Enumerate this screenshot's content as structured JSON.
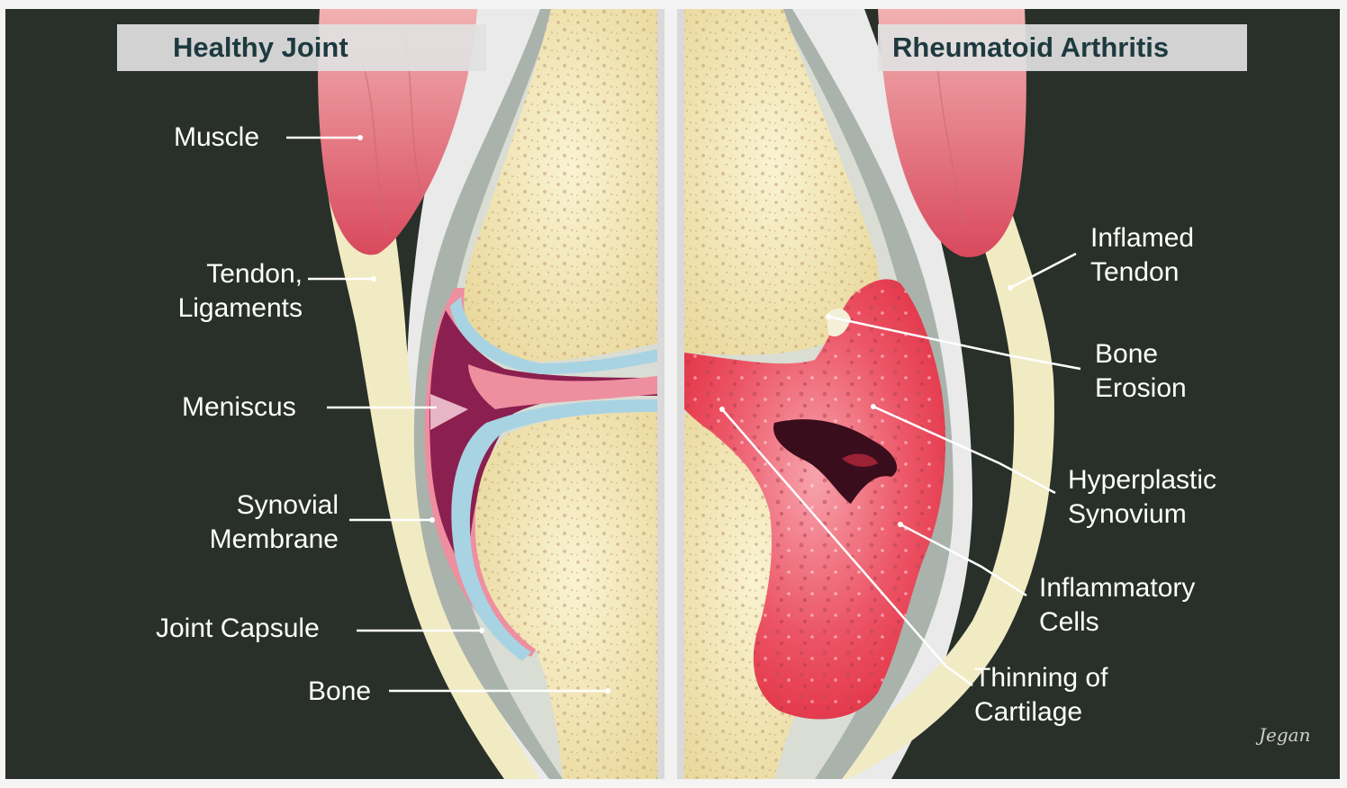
{
  "titles": {
    "healthy": "Healthy Joint",
    "ra": "Rheumatoid Arthritis"
  },
  "labels": {
    "muscle": "Muscle",
    "tendon_l1": "Tendon,",
    "tendon_l2": "Ligaments",
    "meniscus": "Meniscus",
    "synovial_l1": "Synovial",
    "synovial_l2": "Membrane",
    "joint_capsule": "Joint Capsule",
    "bone": "Bone",
    "inflamed_l1": "Inflamed",
    "inflamed_l2": "Tendon",
    "erosion_l1": "Bone",
    "erosion_l2": "Erosion",
    "hyper_l1": "Hyperplastic",
    "hyper_l2": "Synovium",
    "infl_cells_l1": "Inflammatory",
    "infl_cells_l2": "Cells",
    "thinning_l1": "Thinning of",
    "thinning_l2": "Cartilage"
  },
  "signature": "Jegan",
  "colors": {
    "background": "#283029",
    "bone": "#f3e9b8",
    "bone_pore": "#c9a883",
    "muscle": "#e2858d",
    "tendon": "#f1ebc4",
    "capsule": "#a9b3ab",
    "synovial": "#ee8fa0",
    "meniscus": "#8b1f4f",
    "cartilage": "#a8d3e3",
    "inflamed": "#e8404f",
    "divider": "#d9d9d9"
  }
}
